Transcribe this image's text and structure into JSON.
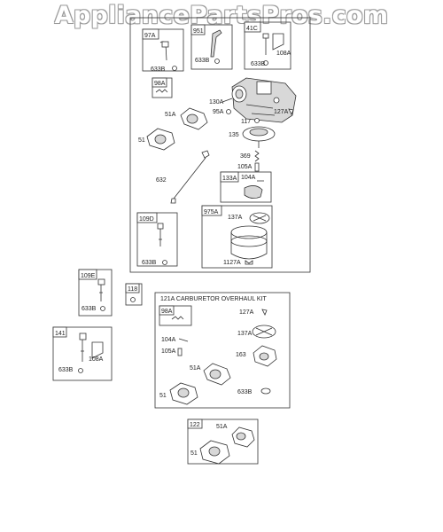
{
  "watermark": "AppliancePartsPros.com",
  "kit_title": "121A CARBURETOR OVERHAUL KIT",
  "tags": {
    "t97a": "97A",
    "t951": "951",
    "t41c": "41C",
    "t98a": "98A",
    "t133a": "133A",
    "t975a": "975A",
    "t109d": "109D",
    "t109e": "109E",
    "t118": "118",
    "t141": "141",
    "t98a_kit": "98A",
    "t122": "122"
  },
  "labels": {
    "a633b_97a": "633B",
    "a633b_951": "633B",
    "a633b_41c": "633B",
    "a108a_41c": "108A",
    "a130a": "130A",
    "a95a": "95A",
    "a127a": "127A",
    "a117": "117",
    "a51a": "51A",
    "a51": "51",
    "a135": "135",
    "a369": "369",
    "a105a": "105A",
    "a104a": "104A",
    "a632": "632",
    "a137a": "137A",
    "a1127a": "1127A",
    "a633b_109d": "633B",
    "a633b_109e": "633B",
    "a633b_141": "633B",
    "a108a_141": "108A",
    "k127a": "127A",
    "k137a": "137A",
    "k104a": "104A",
    "k105a": "105A",
    "k51a": "51A",
    "k163": "163",
    "k51": "51",
    "k633b": "633B",
    "b51a": "51A",
    "b51": "51"
  }
}
